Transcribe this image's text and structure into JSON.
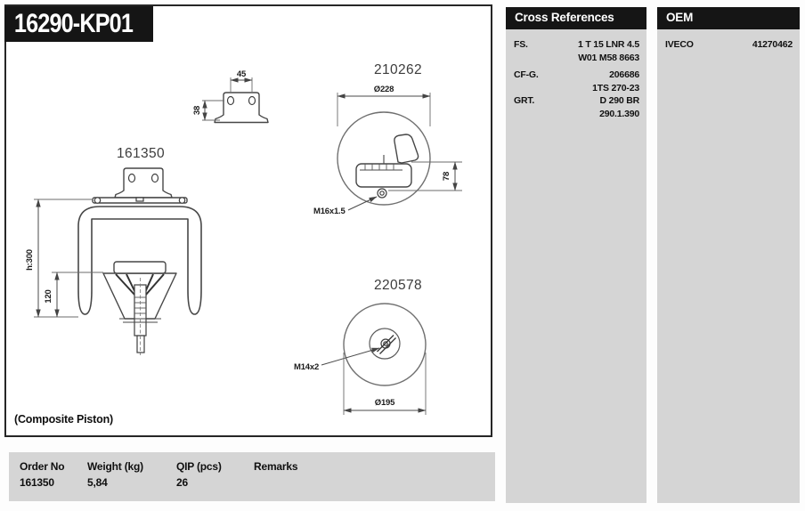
{
  "title": "16290-KP01",
  "note": "(Composite Piston)",
  "drawings": {
    "assembly_label": "161350",
    "assembly_height": "h:300",
    "assembly_piston_height": "120",
    "bracket_hole_spacing": "45",
    "bracket_height": "38",
    "top_label": "210262",
    "top_diameter": "Ø228",
    "top_offset": "78",
    "top_thread": "M16x1.5",
    "bottom_label": "220578",
    "bottom_diameter": "Ø195",
    "bottom_thread": "M14x2"
  },
  "table": {
    "headers": [
      "Order No",
      "Weight (kg)",
      "QIP (pcs)",
      "Remarks"
    ],
    "row": [
      "161350",
      "5,84",
      "26",
      ""
    ]
  },
  "cross_references": {
    "title": "Cross References",
    "entries": [
      {
        "label": "FS.",
        "value": "1 T 15 LNR 4.5"
      },
      {
        "label": "",
        "value": "W01 M58 8663"
      },
      {
        "label": "CF-G.",
        "value": "206686"
      },
      {
        "label": "",
        "value": "1TS 270-23"
      },
      {
        "label": "GRT.",
        "value": "D 290 BR"
      },
      {
        "label": "",
        "value": "290.1.390"
      }
    ]
  },
  "oem": {
    "title": "OEM",
    "entries": [
      {
        "label": "IVECO",
        "value": "41270462"
      }
    ]
  },
  "colors": {
    "panel_bg": "#d5d5d5",
    "header_bg": "#151515",
    "line": "#474747"
  }
}
